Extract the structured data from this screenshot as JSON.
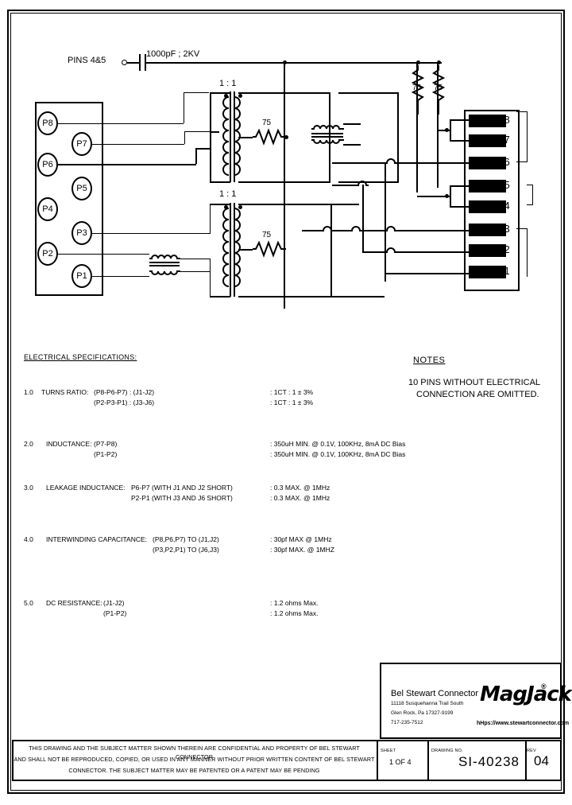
{
  "document": {
    "drawing_no_label": "DRAWING NO.",
    "drawing_no": "SI-40238",
    "sheet_label": "SHEET",
    "sheet_value": "1 OF 4",
    "rev_label": "REV",
    "rev_value": "04"
  },
  "schematic": {
    "cap_note": "1000pF ; 2KV",
    "pins_label": "PINS 4&5",
    "xfmr_top_ratio": "1 : 1",
    "xfmr_bottom_ratio": "1 : 1",
    "resistors": {
      "top_series": "75",
      "bottom_series": "75",
      "term_left": "75",
      "term_right": "75"
    },
    "p_pins": [
      {
        "name": "P8"
      },
      {
        "name": "P7"
      },
      {
        "name": "P6"
      },
      {
        "name": "P5"
      },
      {
        "name": "P4"
      },
      {
        "name": "P3"
      },
      {
        "name": "P2"
      },
      {
        "name": "P1"
      }
    ],
    "j_pins": [
      {
        "name": "J8"
      },
      {
        "name": "J7"
      },
      {
        "name": "J6"
      },
      {
        "name": "J5"
      },
      {
        "name": "J4"
      },
      {
        "name": "J3"
      },
      {
        "name": "J2"
      },
      {
        "name": "J1"
      }
    ]
  },
  "specifications": {
    "title": "ELECTRICAL SPECIFICATIONS:",
    "items": [
      {
        "num": "1.0",
        "name": "TURNS RATIO:",
        "rows": [
          {
            "param": "(P8-P6-P7) : (J1-J2)",
            "value": ": 1CT : 1 ± 3%"
          },
          {
            "param": "(P2-P3-P1) : (J3-J6)",
            "value": ": 1CT : 1 ± 3%"
          }
        ]
      },
      {
        "num": "2.0",
        "name": "INDUCTANCE:",
        "rows": [
          {
            "param": "(P7-P8)",
            "value": ": 350uH MIN. @ 0.1V, 100KHz, 8mA DC Bias"
          },
          {
            "param": "(P1-P2)",
            "value": ": 350uH MIN. @ 0.1V, 100KHz, 8mA DC Bias"
          }
        ]
      },
      {
        "num": "3.0",
        "name": "LEAKAGE INDUCTANCE:",
        "rows": [
          {
            "param": "P6-P7 (WITH J1 AND J2 SHORT)",
            "value": ": 0.3 MAX. @ 1MHz"
          },
          {
            "param": "P2-P1 (WITH J3 AND J6 SHORT)",
            "value": ": 0.3 MAX. @ 1MHz"
          }
        ]
      },
      {
        "num": "4.0",
        "name": "INTERWINDING CAPACITANCE:",
        "rows": [
          {
            "param": "(P8,P6,P7) TO (J1,J2)",
            "value": ": 30pf MAX @ 1MHz"
          },
          {
            "param": "(P3,P2,P1) TO (J6,J3)",
            "value": ": 30pf MAX. @ 1MHZ"
          }
        ]
      },
      {
        "num": "5.0",
        "name": "DC RESISTANCE:",
        "rows": [
          {
            "param": "(J1-J2)",
            "value": ": 1.2 ohms Max."
          },
          {
            "param": "(P1-P2)",
            "value": ": 1.2 ohms Max."
          }
        ]
      }
    ]
  },
  "notes": {
    "title": "NOTES",
    "line1": "10 PINS WITHOUT ELECTRICAL",
    "line2": "CONNECTION ARE OMITTED."
  },
  "title_block": {
    "company": "Bel Stewart Connector",
    "address_line1": "11118 Susquehanna Trail South",
    "address_line2": "Glen Rock, Pa  17327-9199",
    "address_line3": "717-235-7512",
    "logo": "MagJack",
    "logo_mark": "®",
    "website": "hHps://www.stewartconnector.com"
  },
  "legal": {
    "line1": "THIS DRAWING AND THE SUBJECT MATTER SHOWN THEREIN ARE CONFIDENTIAL AND PROPERTY OF BEL STEWART CONNECTOR",
    "line2": "AND SHALL NOT BE REPRODUCED, COPIED, OR USED IN ANY MANNER WITHOUT PRIOR WRITTEN CONTENT OF BEL STEWART",
    "line3": "CONNECTOR.  THE SUBJECT MATTER MAY BE PATENTED OR A PATENT MAY BE PENDING"
  },
  "colors": {
    "ink": "#000000",
    "paper": "#ffffff"
  }
}
